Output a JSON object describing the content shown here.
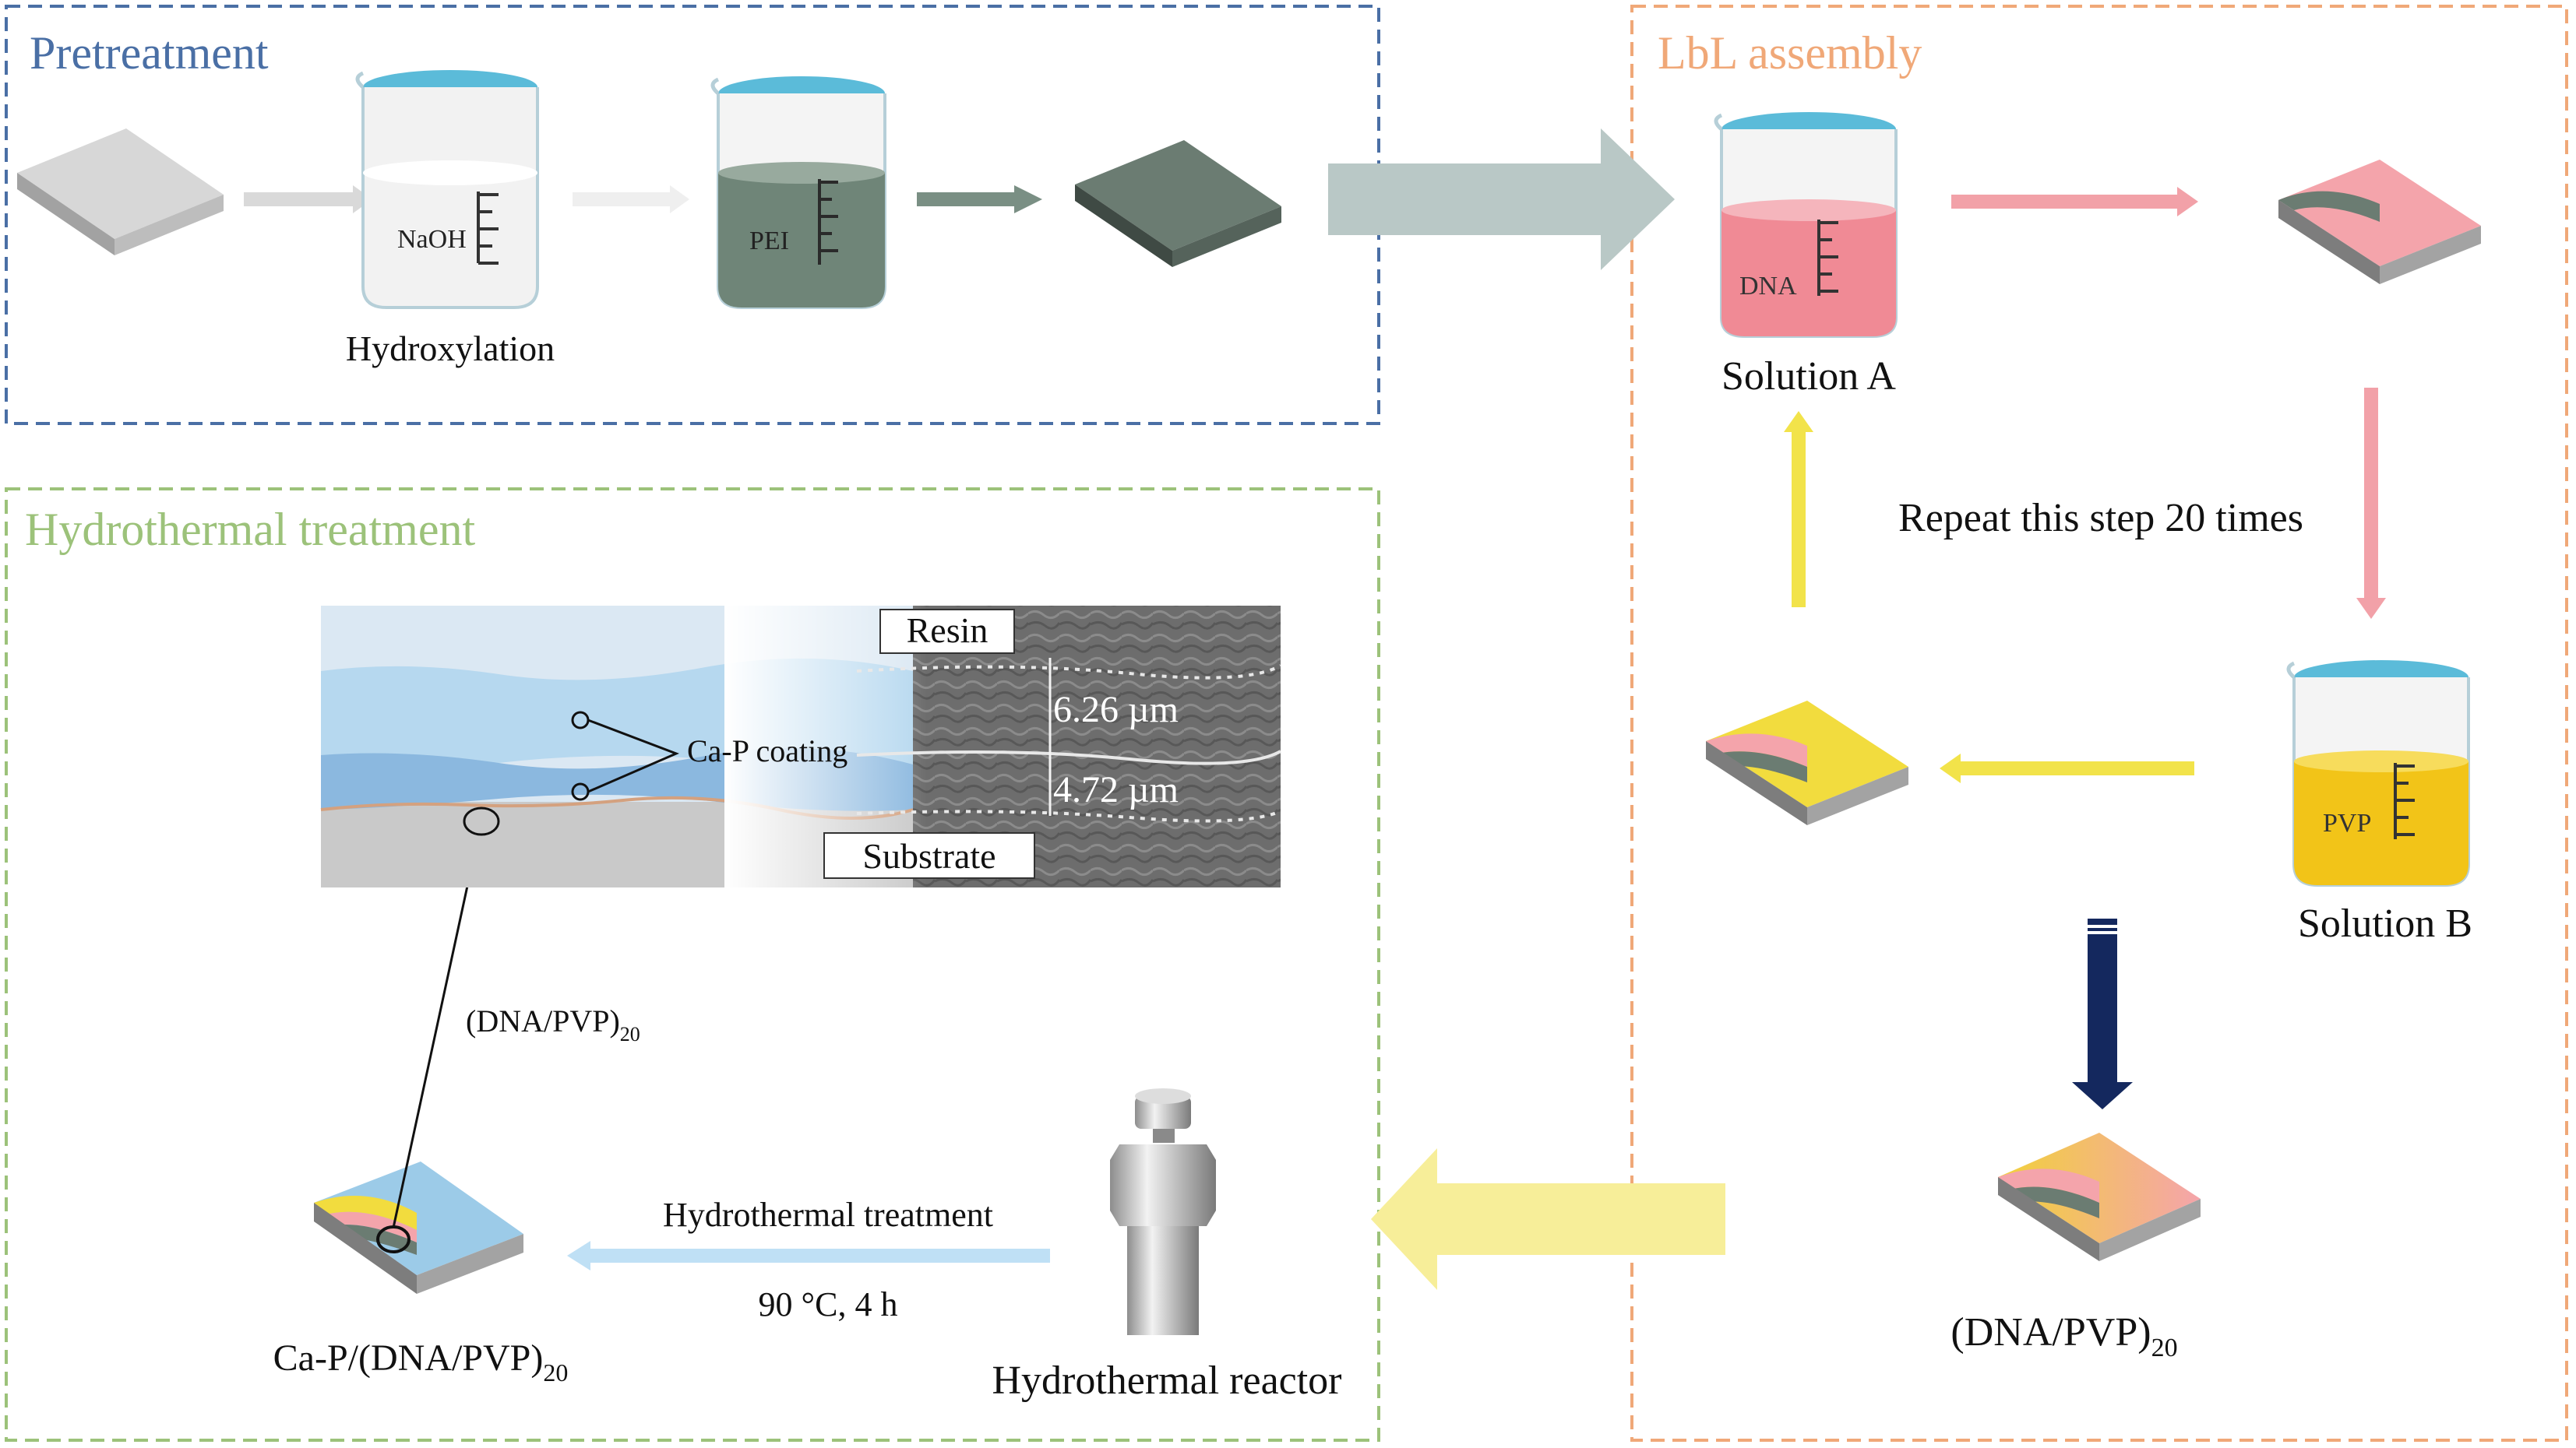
{
  "panels": {
    "pretreatment": {
      "title": "Pretreatment",
      "color": "#4a6fa5"
    },
    "lbl": {
      "title": "LbL assembly",
      "color": "#f0a878"
    },
    "hydrothermal": {
      "title": "Hydrothermal treatment",
      "color": "#9cc27a"
    }
  },
  "pretreatment": {
    "naoh_label": "NaOH",
    "pei_label": "PEI",
    "step_label": "Hydroxylation"
  },
  "lbl": {
    "dna_label": "DNA",
    "pvp_label": "PVP",
    "solution_a": "Solution A",
    "solution_b": "Solution B",
    "repeat_label": "Repeat this step 20 times",
    "product_label": "(DNA/PVP)",
    "product_sub": "20"
  },
  "hydrothermal": {
    "resin_label": "Resin",
    "substrate_label": "Substrate",
    "coating_label": "Ca-P coating",
    "thickness_outer": "6.26 µm",
    "thickness_inner": "4.72 µm",
    "layer_label": "(DNA/PVP)",
    "layer_sub": "20",
    "treatment_label": "Hydrothermal treatment",
    "conditions": "90 °C, 4 h",
    "reactor_label": "Hydrothermal reactor",
    "final_label": "Ca-P/(DNA/PVP)",
    "final_sub": "20"
  },
  "colors": {
    "beaker_clear": "#eeeeee",
    "beaker_pei": "#6f8578",
    "beaker_dna": "#f08a95",
    "beaker_pvp": "#f2c418",
    "arrow_gray": "#b9c8c6",
    "arrow_pink": "#f2a1a8",
    "arrow_yellow": "#f2e34a",
    "arrow_navy": "#14285e",
    "arrow_blue": "#bfe0f5"
  }
}
